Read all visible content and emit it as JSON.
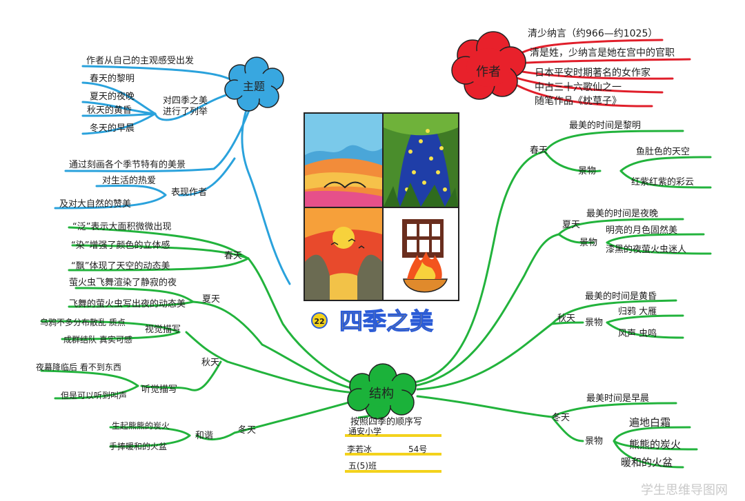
{
  "center": {
    "title": "四季之美",
    "lesson_no": "22"
  },
  "author_branch": {
    "label": "作者",
    "items": [
      "清少纳言（约966—约1025）",
      "清是姓，少纳言是她在宫中的官职",
      "日本平安时期著名的女作家",
      "中古三十六歌仙之一",
      "随笔作品《枕草子》"
    ]
  },
  "theme_branch": {
    "label": "主题",
    "top": "作者从自己的主观感受出发",
    "group1_label": [
      "对四季之美",
      "进行了列举"
    ],
    "group1_items": [
      "春天的黎明",
      "夏天的夜晚",
      "秋天的黄昏",
      "冬天的早晨"
    ],
    "middle": "通过刻画各个季节特有的美景",
    "group2_label": "表现作者",
    "group2_items": [
      "对生活的热爱",
      "及对大自然的赞美"
    ]
  },
  "structure_branch": {
    "label": "结构",
    "order": "按照四季的顺序写",
    "school": "通安小学",
    "student": "李若冰",
    "number": "54号",
    "class": "五(5)班"
  },
  "season_detail": {
    "spring": {
      "label": "春天",
      "best": "最美的时间是黎明",
      "scene_label": "景物",
      "scenes": [
        "鱼肚色的天空",
        "红紫红紫的彩云"
      ]
    },
    "summer": {
      "label": "夏天",
      "best": "最美的时间是夜晚",
      "scene_label": "景物",
      "scenes": [
        "明亮的月色固然美",
        "漆黑的夜萤火虫迷人"
      ]
    },
    "autumn": {
      "label": "秋天",
      "best": "最美的时间是黄昏",
      "scene_label": "景物",
      "scenes": [
        "归鸦  大雁",
        "风声  虫鸣"
      ]
    },
    "winter": {
      "label": "冬天",
      "best": "最美时间是早晨",
      "scene_label": "景物",
      "scenes": [
        "遍地白霜",
        "熊熊的炭火",
        "暖和的火盆"
      ]
    }
  },
  "writing_detail": {
    "spring": {
      "label": "春天",
      "items": [
        "“泛”表示大面积微微出现",
        "“染”增强了颜色的立体感",
        "“飘”体现了天空的动态美"
      ]
    },
    "summer": {
      "label": "夏天",
      "items": [
        "萤火虫飞舞渲染了静寂的夜",
        "飞舞的萤火虫写出夜的动态美"
      ]
    },
    "autumn": {
      "label": "秋天",
      "visual_label": "视觉描写",
      "visual_items": [
        "乌鸦不多分布散乱 质点",
        "成群结队  真实可感"
      ],
      "auditory_label": "听觉描写",
      "auditory_items": [
        "夜幕降临后    看不到东西",
        "但是可以听到叫声"
      ]
    },
    "winter": {
      "label": "冬天",
      "sub_label": "和谐",
      "items": [
        "生起熊熊的炭火",
        "手捧暖和的火盆"
      ]
    }
  },
  "watermark": "学生思维导图网",
  "colors": {
    "author_cloud": "#e8212b",
    "theme_cloud": "#38a7e0",
    "structure_cloud": "#1bb23a",
    "green_line": "#22b33c",
    "blue_line": "#2aa2dc",
    "red_line": "#e01e2a",
    "highlight": "#f3d21c"
  }
}
